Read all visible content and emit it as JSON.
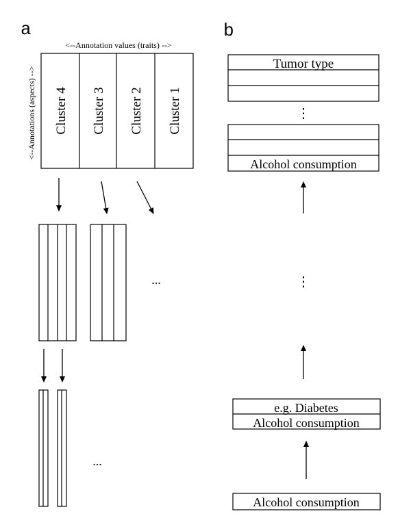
{
  "panel_a": {
    "label": "a",
    "traits_header": "<--Annotation values (traits) -->",
    "aspects_header": "<--Annotations (aspects) -->",
    "clusters": [
      "Cluster 4",
      "Cluster 3",
      "Cluster 2",
      "Cluster 1"
    ],
    "ellipsis_mid": "...",
    "ellipsis_bottom": "..."
  },
  "panel_b": {
    "label": "b",
    "top_stack": [
      "Tumor type",
      "",
      ""
    ],
    "vdots_top": "⋮",
    "second_stack": [
      "",
      "",
      "Alcohol consumption"
    ],
    "vdots_mid": "⋮",
    "lower_stack": [
      "e.g. Diabetes",
      "Alcohol consumption"
    ],
    "bottom_box": "Alcohol consumption"
  }
}
